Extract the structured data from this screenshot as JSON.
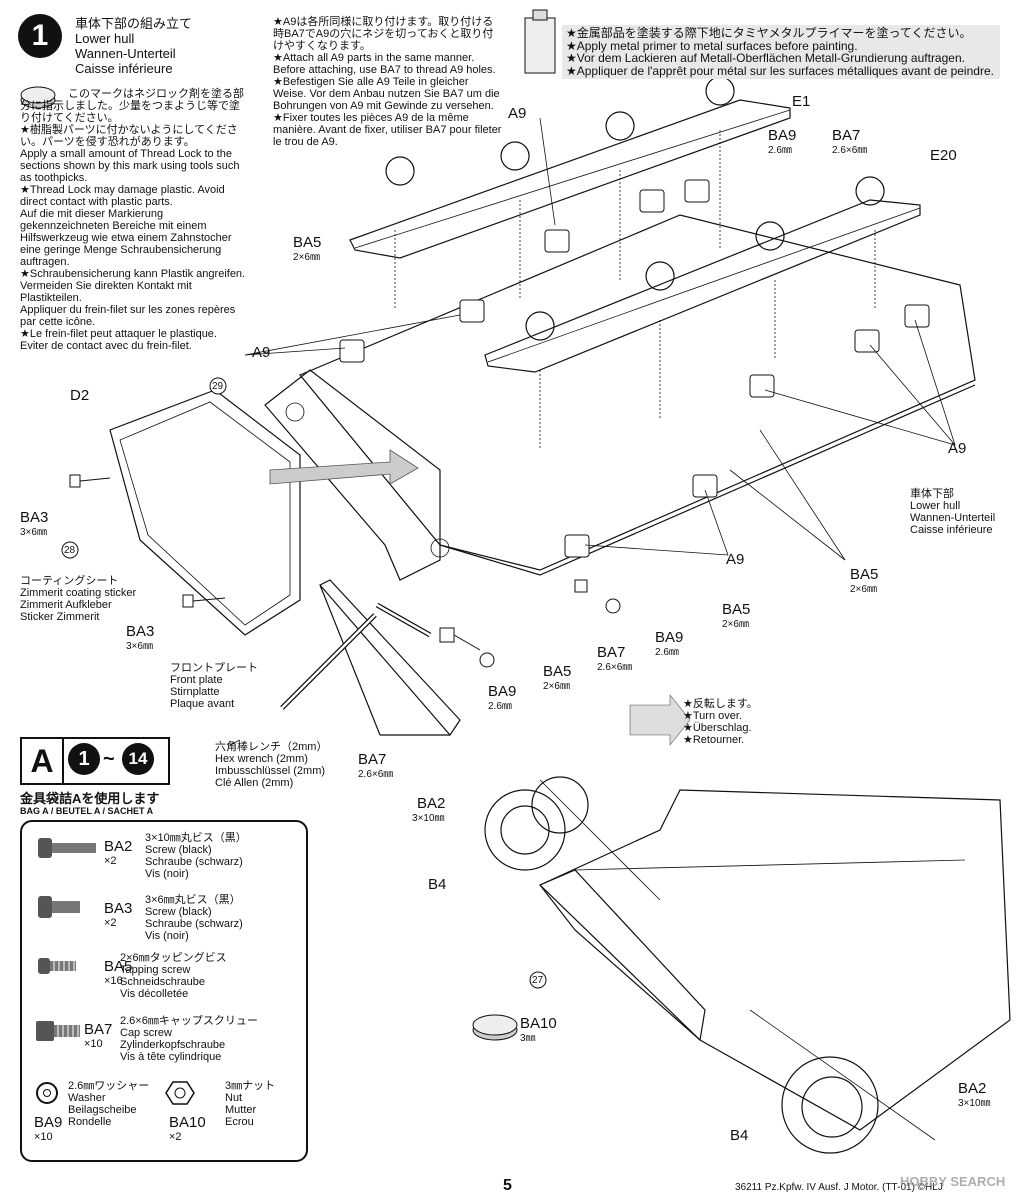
{
  "step": {
    "number": "1",
    "title": "車体下部の組み立て\nLower hull\nWannen-Unterteil\nCaisse inférieure",
    "thread_lock_note": "このマークはネジロック剤を塗る部分に指示しました。少量をつまようじ等で塗り付けてください。\n★樹脂製パーツに付かないようにしてください。パーツを侵す恐れがあります。\nApply a small amount of Thread Lock to the sections shown by this mark using tools such as toothpicks.\n★Thread Lock may damage plastic. Avoid direct contact with plastic parts.\nAuf die mit dieser Markierung gekennzeichneten Bereiche mit einem Hilfswerkzeug wie etwa einem Zahnstocher eine geringe Menge Schraubensicherung auftragen.\n★Schraubensicherung kann Plastik angreifen. Vermeiden Sie direkten Kontakt mit Plastikteilen.\nAppliquer du frein-filet sur les zones repères par cette icône.\n★Le frein-filet peut attaquer le plastique. Eviter de contact avec du frein-filet.",
    "a9_note": "★A9は各所同様に取り付けます。取り付ける時BA7でA9の穴にネジを切っておくと取り付けやすくなります。\n★Attach all A9 parts in the same manner. Before attaching, use BA7 to thread A9 holes.\n★Befestigen Sie alle A9 Teile in gleicher Weise. Vor dem Anbau nutzen Sie BA7 um die Bohrungen von A9 mit Gewinde zu versehen.\n★Fixer toutes les pièces A9 de la même manière. Avant de fixer, utiliser BA7 pour fileter le trou de A9.",
    "primer_note": "★金属部品を塗装する際下地にタミヤメタルプライマーを塗ってください。\n★Apply metal primer to metal surfaces before painting.\n★Vor dem Lackieren auf Metall-Oberflächen Metall-Grundierung auftragen.\n★Appliquer de l'apprêt pour métal sur les surfaces métalliques avant de peindre."
  },
  "callouts": {
    "e1": "E1",
    "e20": "E20",
    "d2": "D2",
    "a9_1": "A9",
    "a9_2": "A9",
    "a9_3": "A9",
    "a9_4": "A9",
    "ba9_top": "BA9",
    "ba9_top_dim": "2.6㎜",
    "ba7_top": "BA7",
    "ba7_top_dim": "2.6×6㎜",
    "ba5_1": "BA5",
    "ba5_1_dim": "2×6㎜",
    "ba5_2": "BA5",
    "ba5_2_dim": "2×6㎜",
    "ba5_3": "BA5",
    "ba5_3_dim": "2×6㎜",
    "ba5_4": "BA5",
    "ba5_4_dim": "2×6㎜",
    "ba3_1": "BA3",
    "ba3_1_dim": "3×6㎜",
    "ba3_2": "BA3",
    "ba3_2_dim": "3×6㎜",
    "ba7_2": "BA7",
    "ba7_2_dim": "2.6×6㎜",
    "ba7_3": "BA7",
    "ba7_3_dim": "2.6×6㎜",
    "ba9_2": "BA9",
    "ba9_2_dim": "2.6㎜",
    "ba9_3": "BA9",
    "ba9_3_dim": "2.6㎜",
    "ba2_1": "BA2",
    "ba2_1_dim": "3×10㎜",
    "ba2_2": "BA2",
    "ba2_2_dim": "3×10㎜",
    "b4_1": "B4",
    "b4_2": "B4",
    "ba10": "BA10",
    "ba10_dim": "3㎜",
    "sticker_num_29": "29",
    "sticker_num_28": "28",
    "sticker_num_27": "27",
    "zimmerit": "コーティングシート\nZimmerit coating sticker\nZimmerit Aufkleber\nSticker Zimmerit",
    "front_plate": "フロントプレート\nFront plate\nStirnplatte\nPlaque avant",
    "hex_wrench": "六角棒レンチ（2mm）\nHex wrench (2mm)\nImbusschlüssel (2mm)\nClé Allen (2mm)",
    "lower_hull": "車体下部\nLower hull\nWannen-Unterteil\nCaisse inférieure",
    "turn_over": "★反転します。\n★Turn over.\n★Überschlag.\n★Retourner."
  },
  "bag": {
    "letter": "A",
    "range_from": "1",
    "range_to": "14",
    "title": "金具袋詰Aを使用します",
    "subtitle": "BAG A / BEUTEL A / SACHET A",
    "items": [
      {
        "code": "BA2",
        "qty": "×2",
        "desc": "3×10㎜丸ビス（黒）\nScrew (black)\nSchraube (schwarz)\nVis (noir)"
      },
      {
        "code": "BA3",
        "qty": "×2",
        "desc": "3×6㎜丸ビス（黒）\nScrew (black)\nSchraube (schwarz)\nVis (noir)"
      },
      {
        "code": "BA5",
        "qty": "×16",
        "desc": "2×6㎜タッピングビス\nTapping screw\nSchneidschraube\nVis décolletée"
      },
      {
        "code": "BA7",
        "qty": "×10",
        "desc": "2.6×6㎜キャップスクリュー\nCap screw\nZylinderkopfschraube\nVis à tête cylindrique"
      }
    ],
    "washer": {
      "code": "BA9",
      "qty": "×10",
      "desc": "2.6㎜ワッシャー\nWasher\nBeilagscheibe\nRondelle"
    },
    "nut": {
      "code": "BA10",
      "qty": "×2",
      "desc": "3㎜ナット\nNut\nMutter\nEcrou"
    }
  },
  "footer": {
    "page_number": "5",
    "product": "36211 Pz.Kpfw. IV Ausf. J Motor. (TT-01) ©HLJ",
    "watermark": "HOBBY SEARCH"
  }
}
